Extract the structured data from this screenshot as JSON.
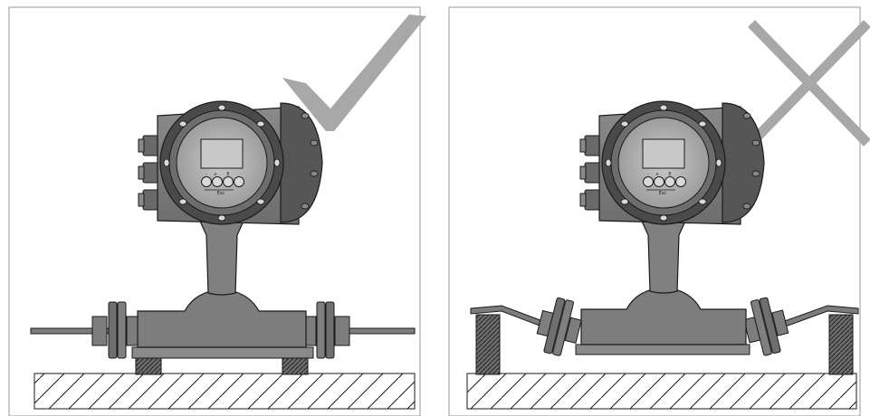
{
  "panels": [
    {
      "id": "correct",
      "mark": "checkmark-icon",
      "mounting": "straight-pipe-level-supports"
    },
    {
      "id": "incorrect",
      "mark": "cross-icon",
      "mounting": "bent-pipe-raised-supports"
    }
  ],
  "display": {
    "key_labels": [
      "-",
      "+",
      "E"
    ],
    "esc_label": "Esc"
  },
  "colors": {
    "body": "#7d7d7d",
    "body_dark": "#555555",
    "outline": "#1a1a1a",
    "mark": "#a8a8a8",
    "frame": "#9a9a9a",
    "lcd": "#c8c8c8"
  }
}
